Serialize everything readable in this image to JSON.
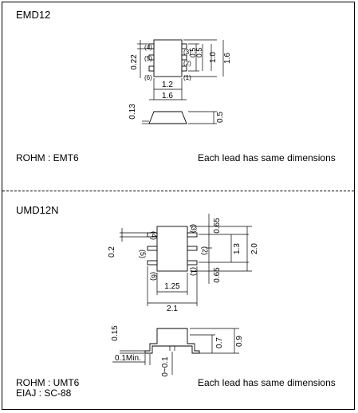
{
  "section1": {
    "title": "EMD12",
    "package_line": "ROHM : EMT6",
    "note": "Each lead has same dimensions",
    "pin_labels": [
      "(4)",
      "(5)",
      "(6)",
      "(3)",
      "(2)",
      "(1)"
    ],
    "dims": {
      "lead_width": "0.22",
      "pitch_a": "0.5",
      "pitch_b": "0.5",
      "body_len": "1.0",
      "total_len": "1.6",
      "body_width": "1.2",
      "total_width": "1.6",
      "lead_thick": "0.13",
      "height": "0.5"
    }
  },
  "section2": {
    "title": "UMD12N",
    "package_line": "ROHM : UMT6",
    "package_line2": "EIAJ : SC-88",
    "note": "Each lead has same dimensions",
    "pin_labels": [
      "(4)",
      "(5)",
      "(6)",
      "(3)",
      "(2)",
      "(1)"
    ],
    "dims": {
      "lead_width": "0.2",
      "pitch_top": "0.65",
      "pitch_bottom": "0.65",
      "span_13": "1.3",
      "total_len": "2.0",
      "body_width": "1.25",
      "total_width": "2.1",
      "lead_thick": "0.15",
      "standoff_min": "0.1Min.",
      "standoff_range": "0~0.1",
      "body_height": "0.7",
      "height": "0.9"
    }
  }
}
